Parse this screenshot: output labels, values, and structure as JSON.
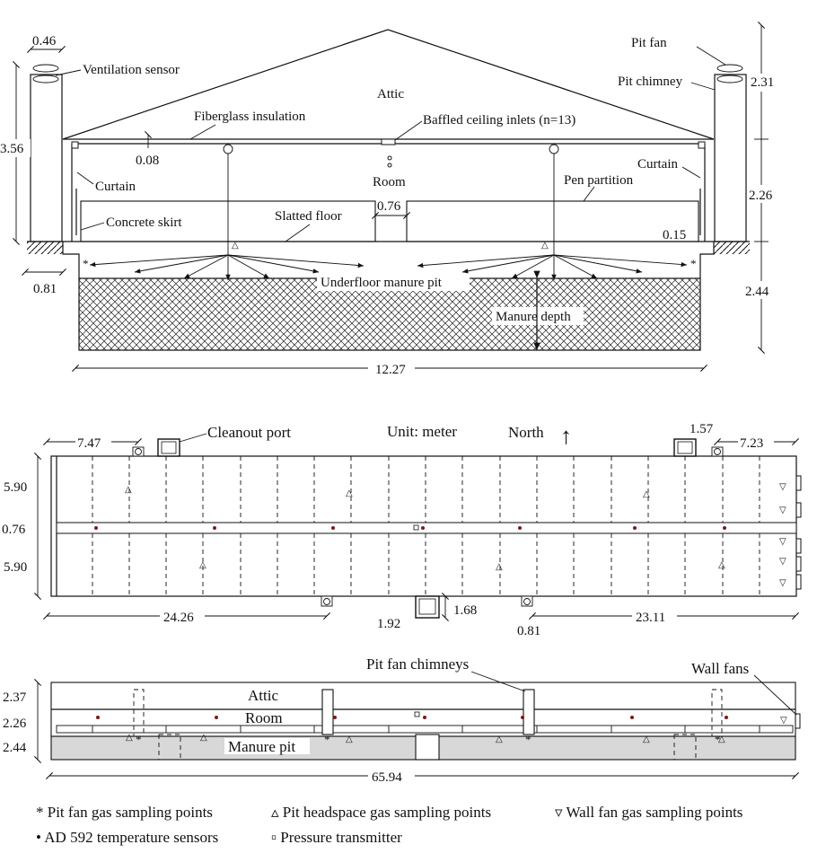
{
  "section_view": {
    "labels": {
      "ventilation_sensor": "Ventilation sensor",
      "attic": "Attic",
      "fiberglass": "Fiberglass insulation",
      "baffled_inlets": "Baffled ceiling inlets (n=13)",
      "room": "Room",
      "curtain_left": "Curtain",
      "curtain_right": "Curtain",
      "pen_partition": "Pen partition",
      "concrete_skirt": "Concrete skirt",
      "slatted_floor": "Slatted floor",
      "underfloor_pit": "Underfloor manure pit",
      "manure_depth": "Manure depth",
      "pit_fan": "Pit fan",
      "pit_chimney": "Pit chimney"
    },
    "dims": {
      "chimney_width": "0.46",
      "left_height": "3.56",
      "insulation": "0.08",
      "aisle": "0.76",
      "skirt_gap": "0.15",
      "offset": "0.81",
      "total_width": "12.27",
      "chimney_height": "2.31",
      "room_height": "2.26",
      "pit_height": "2.44"
    }
  },
  "plan_view": {
    "labels": {
      "cleanout_port": "Cleanout port",
      "unit": "Unit: meter",
      "north": "North",
      "north_arrow": "↑"
    },
    "dims": {
      "left_offset": "7.47",
      "port_size": "1.57",
      "right_offset": "7.23",
      "row1": "5.90",
      "aisle": "0.76",
      "row2": "5.90",
      "bottom_left": "24.26",
      "port_w": "1.92",
      "port_h": "1.68",
      "bottom_right": "23.11",
      "bottom_offset": "0.81"
    }
  },
  "elevation_view": {
    "labels": {
      "pit_fan_chimneys": "Pit fan chimneys",
      "wall_fans": "Wall fans",
      "attic": "Attic",
      "room": "Room",
      "manure_pit": "Manure pit"
    },
    "dims": {
      "attic_h": "2.37",
      "room_h": "2.26",
      "pit_h": "2.44",
      "length": "65.94"
    }
  },
  "legend": {
    "pit_fan": "* Pit fan gas sampling points",
    "pit_headspace": "▵ Pit headspace gas sampling points",
    "wall_fan": "▿ Wall fan gas sampling points",
    "temperature": "• AD 592 temperature sensors",
    "pressure": "▫ Pressure transmitter"
  }
}
